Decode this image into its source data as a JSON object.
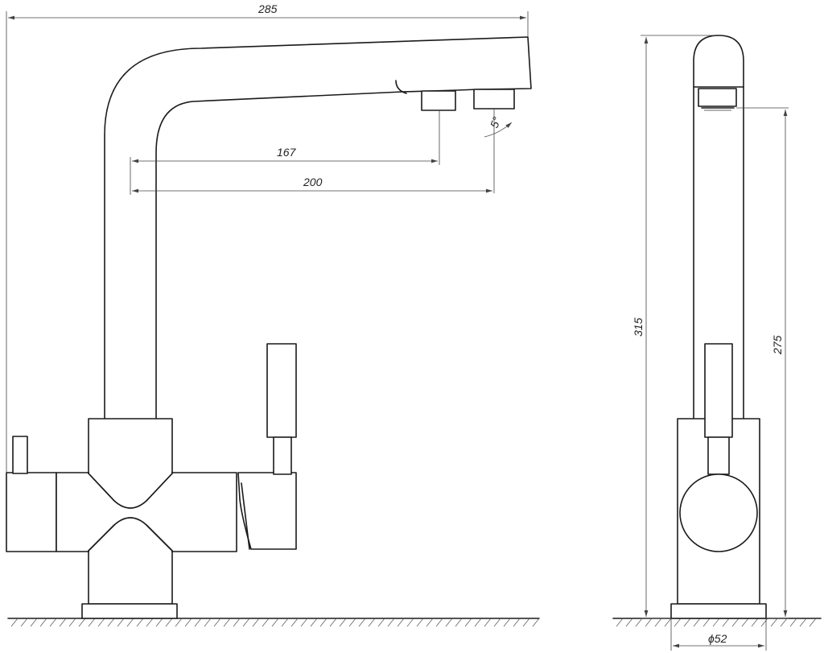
{
  "dimensions": {
    "total_width": "285",
    "reach_outlet_1": "167",
    "reach_outlet_2": "200",
    "tilt_angle": "5°",
    "total_height": "315",
    "outlet_height": "275",
    "base_diameter": "ϕ52"
  },
  "colors": {
    "line": "#1a1a1a",
    "dimension": "#444444",
    "background": "#ffffff"
  }
}
